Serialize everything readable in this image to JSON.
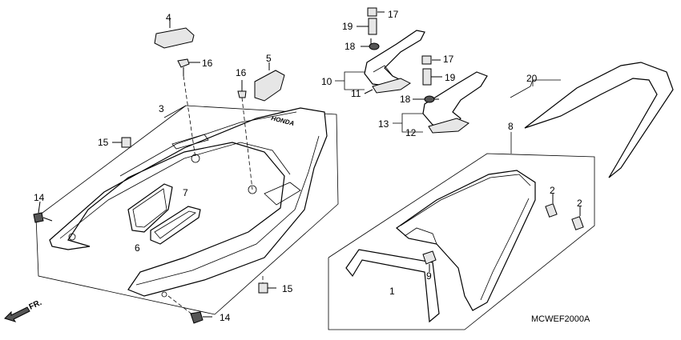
{
  "callouts": {
    "c1": "1",
    "c2a": "2",
    "c2b": "2",
    "c3": "3",
    "c4": "4",
    "c5": "5",
    "c6": "6",
    "c7": "7",
    "c8": "8",
    "c9": "9",
    "c10": "10",
    "c11": "11",
    "c12": "12",
    "c13": "13",
    "c14a": "14",
    "c14b": "14",
    "c15a": "15",
    "c15b": "15",
    "c16a": "16",
    "c16b": "16",
    "c17a": "17",
    "c17b": "17",
    "c18a": "18",
    "c18b": "18",
    "c19a": "19",
    "c19b": "19",
    "c20": "20"
  },
  "diagram_code": "MCWEF2000A",
  "direction_label": "FR.",
  "brand_mark": "HONDA"
}
